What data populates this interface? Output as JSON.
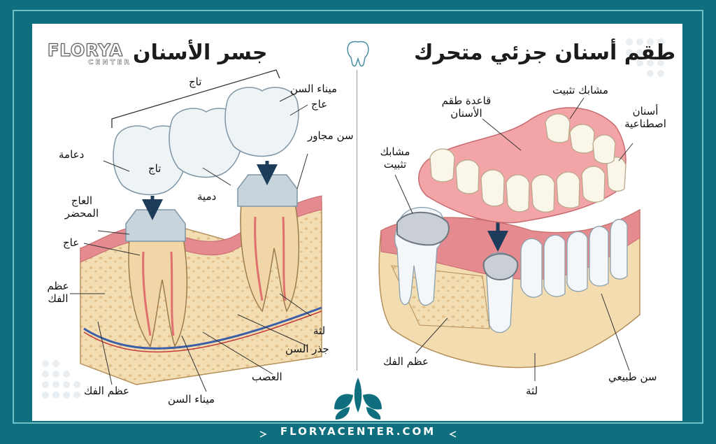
{
  "logo": {
    "name": "FLORYA",
    "sub": "CENTER"
  },
  "left_title": "جسر الأسنان",
  "right_title": "طقم أسنان جزئي متحرك",
  "left_labels": {
    "crown_top": "تاج",
    "enamel_top": "ميناء السن",
    "dentin_top": "عاج",
    "neighbor_tooth": "سن مجاور",
    "abutment": "دعامة",
    "crown": "تاج",
    "pontic": "دمية",
    "prepared_dentin": "العاج المحضر",
    "dentin": "عاج",
    "jaw_bone_left": "عظم الفك",
    "gum": "لثة",
    "root": "جذر السن",
    "nerve": "العصب",
    "enamel_bottom": "ميناء السن",
    "jaw_bone_bottom": "عظم الفك"
  },
  "right_labels": {
    "clasps_top": "مشابك تثبيت",
    "denture_base": "قاعدة طقم الأسنان",
    "artificial_teeth": "أسنان اصطناعية",
    "clasps_left": "مشابك تثبيت",
    "jaw_bone": "عظم الفك",
    "gum": "لثة",
    "natural_tooth": "سن طبيعي"
  },
  "footer": "FLORYACENTER.COM",
  "colors": {
    "teal": "#0f6f7e",
    "gum": "#e58a8e",
    "bone": "#f2dcb0",
    "tooth": "#eef3f6"
  }
}
